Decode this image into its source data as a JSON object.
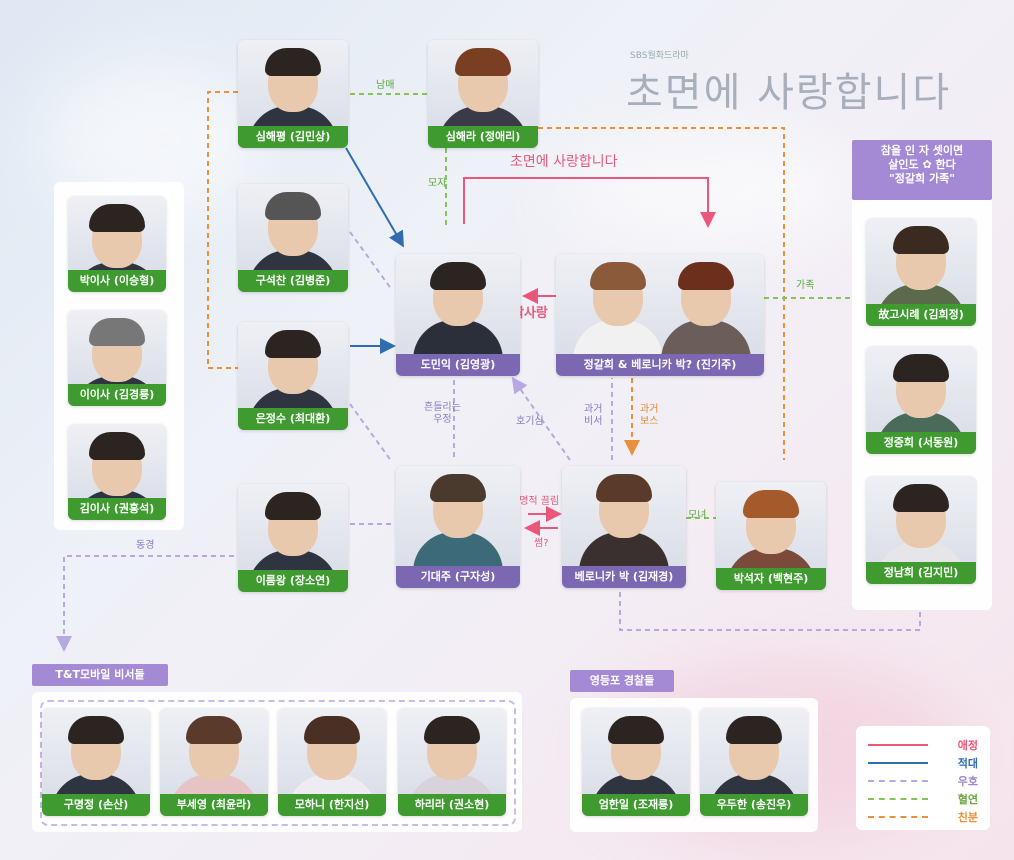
{
  "logo": {
    "small": "SBS월화드라마",
    "title": "초면에 사랑합니다"
  },
  "labels": {
    "siblings": "남매",
    "mother_son": "모자",
    "main_love": "초면에 사랑합니다",
    "one_sided": "짝사랑",
    "family": "가족",
    "wavering": "흔들리는\n우정",
    "curiosity": "호기심",
    "ex_secretary": "과거\n비서",
    "ex_boss": "과거\n보스",
    "fatal": "치명적 끌림",
    "some": "썸?",
    "mother_daughter": "모녀",
    "admire": "동경"
  },
  "characters": {
    "shim_haepyung": "심해평 (김민상)",
    "shim_haera": "심해라 (정애리)",
    "gu_seokchan": "구석찬 (김병준)",
    "eun_jeongsu": "은정수 (최대환)",
    "do_minik": "도민익 (김영광)",
    "jeong_galhui": "정갈희 & 베로니카 박? (진기주)",
    "gi_daeju": "기대주 (구자성)",
    "veronica": "베로니카 박 (김재경)",
    "park_seokja": "박석자 (백현주)",
    "lee_reumwang": "이름왕 (장소연)",
    "park_isa": "박이사 (이승형)",
    "lee_isa": "이이사 (김경룡)",
    "kim_isa": "김이사 (권홍석)",
    "go_sirye": "故고시례 (김희정)",
    "jeong_junghui": "정중희 (서동원)",
    "jeong_namhui": "정남희 (김지민)",
    "gu_myeongjeong": "구명정 (손산)",
    "bu_seyeong": "부세영 (최윤라)",
    "mo_hani": "모하니 (한지선)",
    "ha_rira": "하리라 (권소현)",
    "eom_hanil": "엄한일 (조재룡)",
    "u_duhan": "우두한 (송진우)"
  },
  "groups": {
    "family_title": "참을 인 자 셋이면\n살인도 ✿ 한다\n\"정갈희 가족\"",
    "tt_title": "T&T모바일 비서들",
    "police_title": "영등포 경찰들"
  },
  "legend": [
    {
      "label": "애정",
      "color": "#e9577a",
      "style": "solid"
    },
    {
      "label": "적대",
      "color": "#2f6db0",
      "style": "solid"
    },
    {
      "label": "우호",
      "color": "#b7a8e3",
      "style": "dashed"
    },
    {
      "label": "혈연",
      "color": "#86c45a",
      "style": "dashed"
    },
    {
      "label": "친분",
      "color": "#e9903a",
      "style": "dashed"
    }
  ],
  "colors": {
    "affection": "#e9577a",
    "hostility": "#2f6db0",
    "friendly": "#b7a8e3",
    "blood": "#86c45a",
    "acquaintance": "#e9903a",
    "name_green": "#3f9a2f",
    "name_purple": "#7c67b3",
    "title_purple": "#a489d4"
  }
}
